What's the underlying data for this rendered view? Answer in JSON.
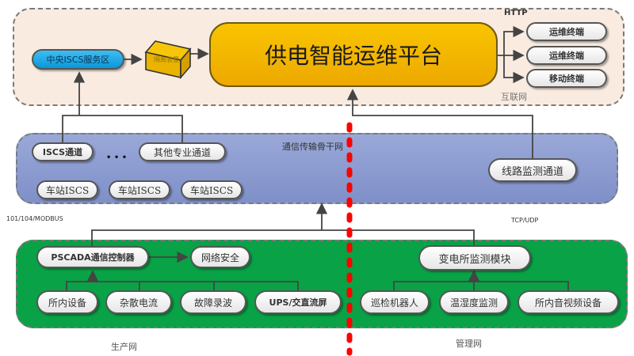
{
  "zones": {
    "internet": {
      "label": "互联网",
      "protocol": "HTTP",
      "color": "#f9ebe0"
    },
    "backbone": {
      "label": "通信传输骨干网",
      "color": "#8a9ad0"
    },
    "production": {
      "label": "生产网",
      "protocol": "101/104/MODBUS",
      "color": "#09a246"
    },
    "management": {
      "label": "管理网",
      "protocol": "TCP/UDP"
    }
  },
  "internet_nodes": {
    "central_iscs": "中央ISCS服务区",
    "isolation_device": "隔离装置",
    "platform": "供电智能运维平台",
    "terminals": [
      "运维终端",
      "运维终端",
      "移动终端"
    ]
  },
  "backbone_nodes": {
    "iscs_channel": "ISCS通道",
    "ellipsis": "• • •",
    "other_channel": "其他专业通道",
    "stations": [
      "车站ISCS",
      "车站ISCS",
      "车站ISCS"
    ],
    "line_monitor": "线路监测通道"
  },
  "production_nodes": {
    "pscada": "PSCADA通信控制器",
    "net_security": "网络安全",
    "devices": [
      "所内设备",
      "杂散电流",
      "故障录波",
      "UPS/交直流屏"
    ]
  },
  "management_nodes": {
    "substation_monitor": "变电所监测模块",
    "devices": [
      "巡检机器人",
      "温湿度监测",
      "所内音视频设备"
    ]
  },
  "colors": {
    "platform": "#f5b800",
    "central_iscs": "#1aa7e8",
    "divider": "#ff0000"
  }
}
